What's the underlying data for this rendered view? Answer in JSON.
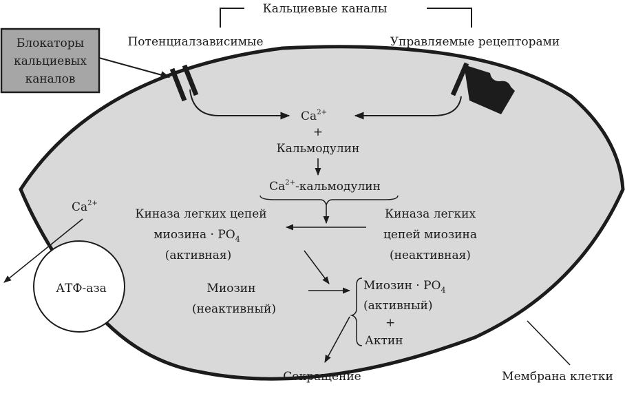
{
  "labels": {
    "calcium_channels": "Кальциевые каналы",
    "voltage_dependent": "Потенциалзависимые",
    "receptor_operated": "Управляемые рецепторами",
    "blockers_line1": "Блокаторы",
    "blockers_line2": "кальциевых",
    "blockers_line3": "каналов",
    "ca_top": "Ca",
    "ca_top_charge": "2+",
    "plus": "+",
    "calmodulin": "Кальмодулин",
    "ca_calmodulin": "Ca",
    "ca_calmodulin_charge": "2+",
    "ca_calmodulin_rest": "-кальмодулин",
    "kinase_active_line1": "Киназа легких цепей",
    "kinase_active_line2": "миозина · PO",
    "kinase_active_sub": "4",
    "kinase_active_line3": "(активная)",
    "kinase_inactive_line1": "Киназа легких",
    "kinase_inactive_line2": "цепей миозина",
    "kinase_inactive_line3": "(неактивная)",
    "myosin_line1": "Миозин",
    "myosin_line2": "(неактивный)",
    "myosin_p_line1": "Миозин · PO",
    "myosin_p_sub": "4",
    "myosin_p_line2": "(активный)",
    "myosin_p_plus": "+",
    "actin": "Актин",
    "contraction": "Сокращение",
    "ca_left": "Ca",
    "ca_left_charge": "2+",
    "atpase": "АТФ-аза",
    "membrane": "Мембрана клетки"
  },
  "colors": {
    "cell_fill": "#d9d9d9",
    "blocker_box": "#a6a6a6",
    "ink": "#1c1c1c",
    "background": "#ffffff"
  }
}
